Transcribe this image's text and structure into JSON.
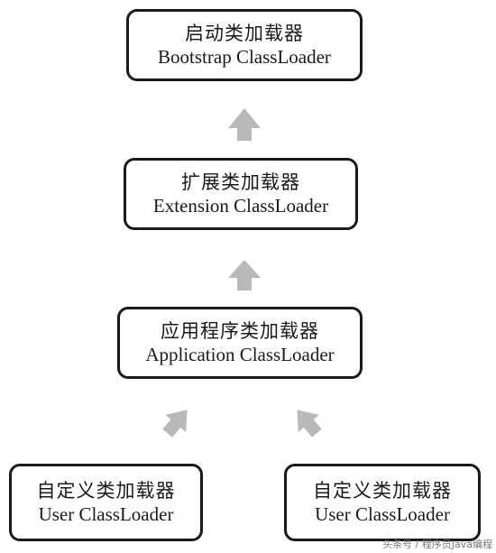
{
  "nodes": {
    "bootstrap": {
      "cn": "启动类加载器",
      "en": "Bootstrap ClassLoader"
    },
    "extension": {
      "cn": "扩展类加载器",
      "en": "Extension ClassLoader"
    },
    "application": {
      "cn": "应用程序类加载器",
      "en": "Application ClassLoader"
    },
    "user_left": {
      "cn": "自定义类加载器",
      "en": "User ClassLoader"
    },
    "user_right": {
      "cn": "自定义类加载器",
      "en": "User ClassLoader"
    }
  },
  "colors": {
    "border": "#1a1a1a",
    "arrow": "#b9b9b9",
    "background": "#ffffff"
  },
  "watermark": "头条号 / 程序员Java编程"
}
